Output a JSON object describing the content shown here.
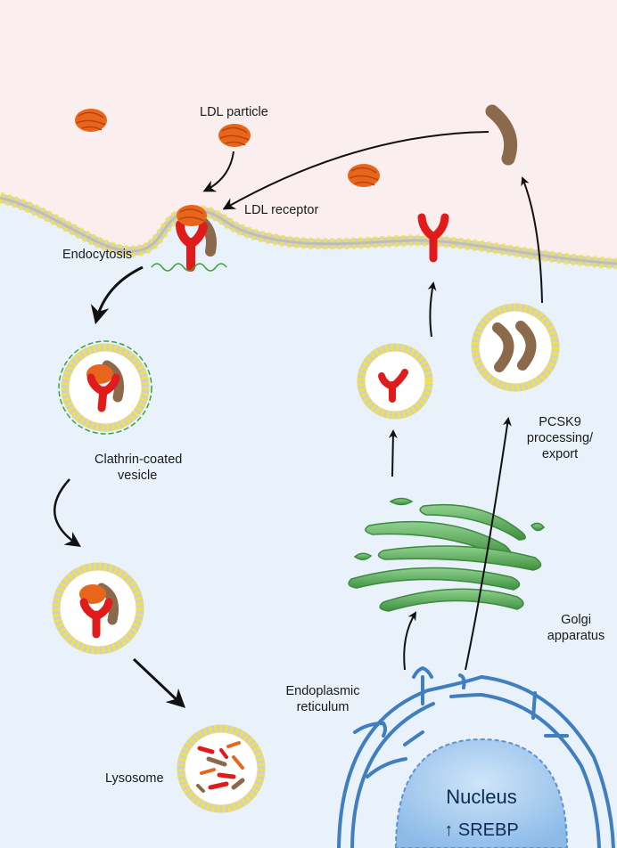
{
  "labels": {
    "ldl_particle": "LDL particle",
    "ldl_receptor": "LDL receptor",
    "endocytosis": "Endocytosis",
    "clathrin_1": "Clathrin-coated",
    "clathrin_2": "vesicle",
    "lysosome": "Lysosome",
    "pcsk9_1": "PCSK9",
    "pcsk9_2": "processing/",
    "pcsk9_3": "export",
    "golgi_1": "Golgi",
    "golgi_2": "apparatus",
    "er_1": "Endoplasmic",
    "er_2": "reticulum",
    "nucleus": "Nucleus",
    "srebp": "↑ SREBP"
  },
  "colors": {
    "extracellular": "#fbeeee",
    "cytoplasm": "#e9f2fa",
    "membrane_head": "#f3e64a",
    "membrane_body": "#d5d5d5",
    "ldl": "#e8661c",
    "receptor": "#e01b1b",
    "pcsk9": "#8a6a4a",
    "clathrin": "#3aa33a",
    "golgi": "#4fa04f",
    "er": "#3f7fc0",
    "nucleus": "#a9cdef"
  }
}
